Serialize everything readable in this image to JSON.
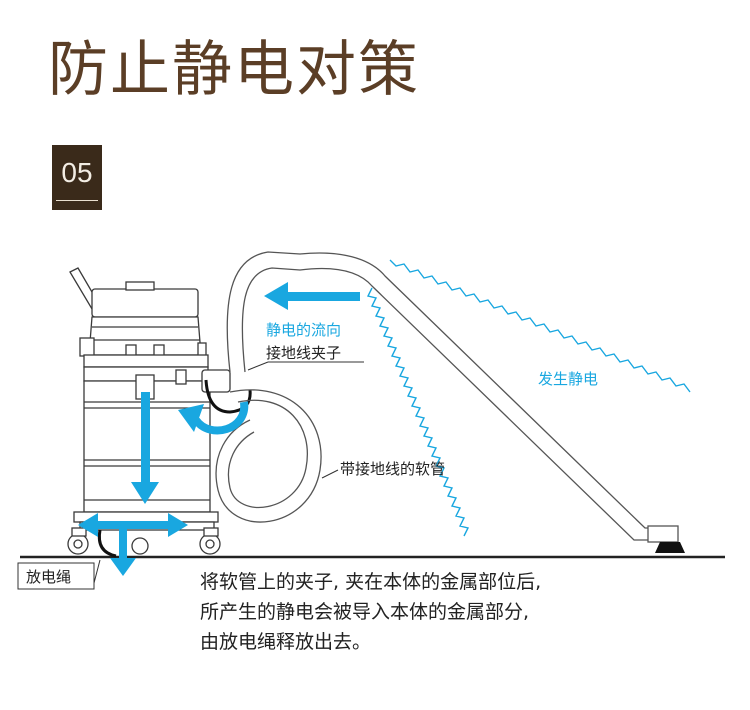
{
  "title": "防止静电对策",
  "badge": "05",
  "labels": {
    "static_flow": "静电的流向",
    "ground_clamp": "接地线夹子",
    "generate_static": "发生静电",
    "grounded_hose": "带接地线的软管",
    "discharge_wire": "放电绳"
  },
  "caption": [
    "将软管上的夹子, 夹在本体的金属部位后,",
    "所产生的静电会被导入本体的金属部分,",
    "由放电绳释放出去。"
  ],
  "colors": {
    "title": "#5b3e26",
    "badge_bg": "#3a2a1a",
    "accent": "#19a7e0",
    "line": "#333333"
  }
}
